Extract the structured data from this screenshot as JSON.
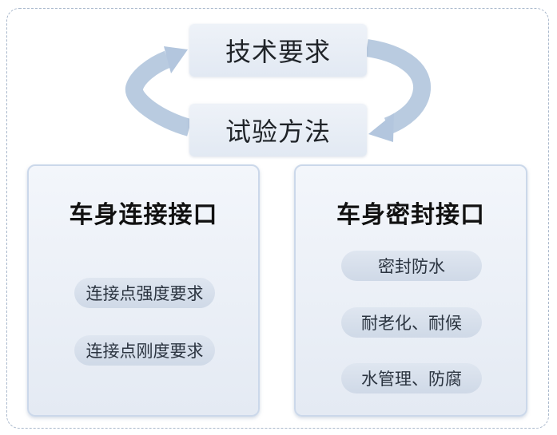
{
  "cycle": {
    "top_label": "技术要求",
    "bottom_label": "试验方法"
  },
  "panels": [
    {
      "title": "车身连接接口",
      "items": [
        "连接点强度要求",
        "连接点刚度要求"
      ]
    },
    {
      "title": "车身密封接口",
      "items": [
        "密封防水",
        "耐老化、耐候",
        "水管理、防腐"
      ]
    }
  ],
  "colors": {
    "frame_border": "#a9b8cc",
    "arrow": "#b3c6de",
    "panel_border": "#cbd8ea",
    "pill_fill": "#d6deea"
  }
}
